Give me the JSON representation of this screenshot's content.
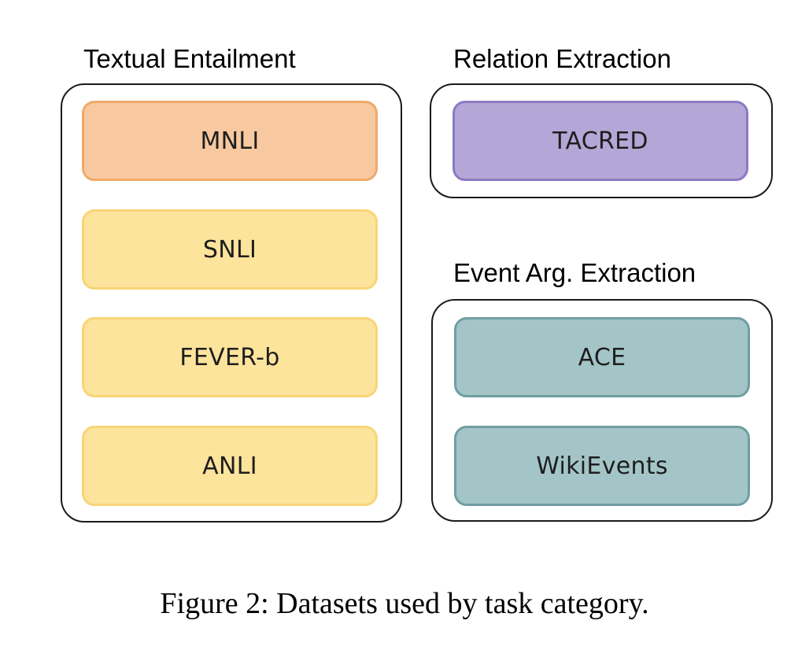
{
  "groups": {
    "textual_entailment": {
      "title": "Textual Entailment",
      "datasets": [
        {
          "label": "MNLI",
          "fill": "#f8c9a0",
          "border": "#efa968"
        },
        {
          "label": "SNLI",
          "fill": "#fde49c",
          "border": "#f8d577"
        },
        {
          "label": "FEVER-b",
          "fill": "#fde49c",
          "border": "#f8d577"
        },
        {
          "label": "ANLI",
          "fill": "#fde49c",
          "border": "#f8d577"
        }
      ]
    },
    "relation_extraction": {
      "title": "Relation Extraction",
      "datasets": [
        {
          "label": "TACRED",
          "fill": "#b4a6d6",
          "border": "#8e79c2"
        }
      ]
    },
    "event_arg_extraction": {
      "title": "Event Arg. Extraction",
      "datasets": [
        {
          "label": "ACE",
          "fill": "#a4c5c8",
          "border": "#6f9ea2"
        },
        {
          "label": "WikiEvents",
          "fill": "#a4c5c8",
          "border": "#6f9ea2"
        }
      ]
    }
  },
  "caption": "Figure 2: Datasets used by task category."
}
